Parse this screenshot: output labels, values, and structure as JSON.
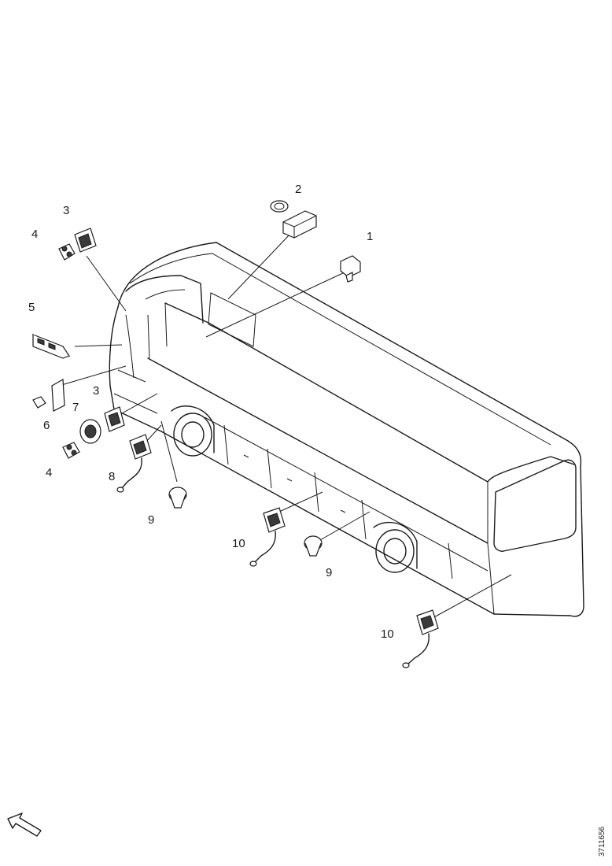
{
  "callouts": {
    "c1": "1",
    "c2": "2",
    "c3a": "3",
    "c3b": "3",
    "c4a": "4",
    "c4b": "4",
    "c5": "5",
    "c6": "6",
    "c7": "7",
    "c8": "8",
    "c9a": "9",
    "c9b": "9",
    "c10a": "10",
    "c10b": "10"
  },
  "reference_number": "3711656"
}
